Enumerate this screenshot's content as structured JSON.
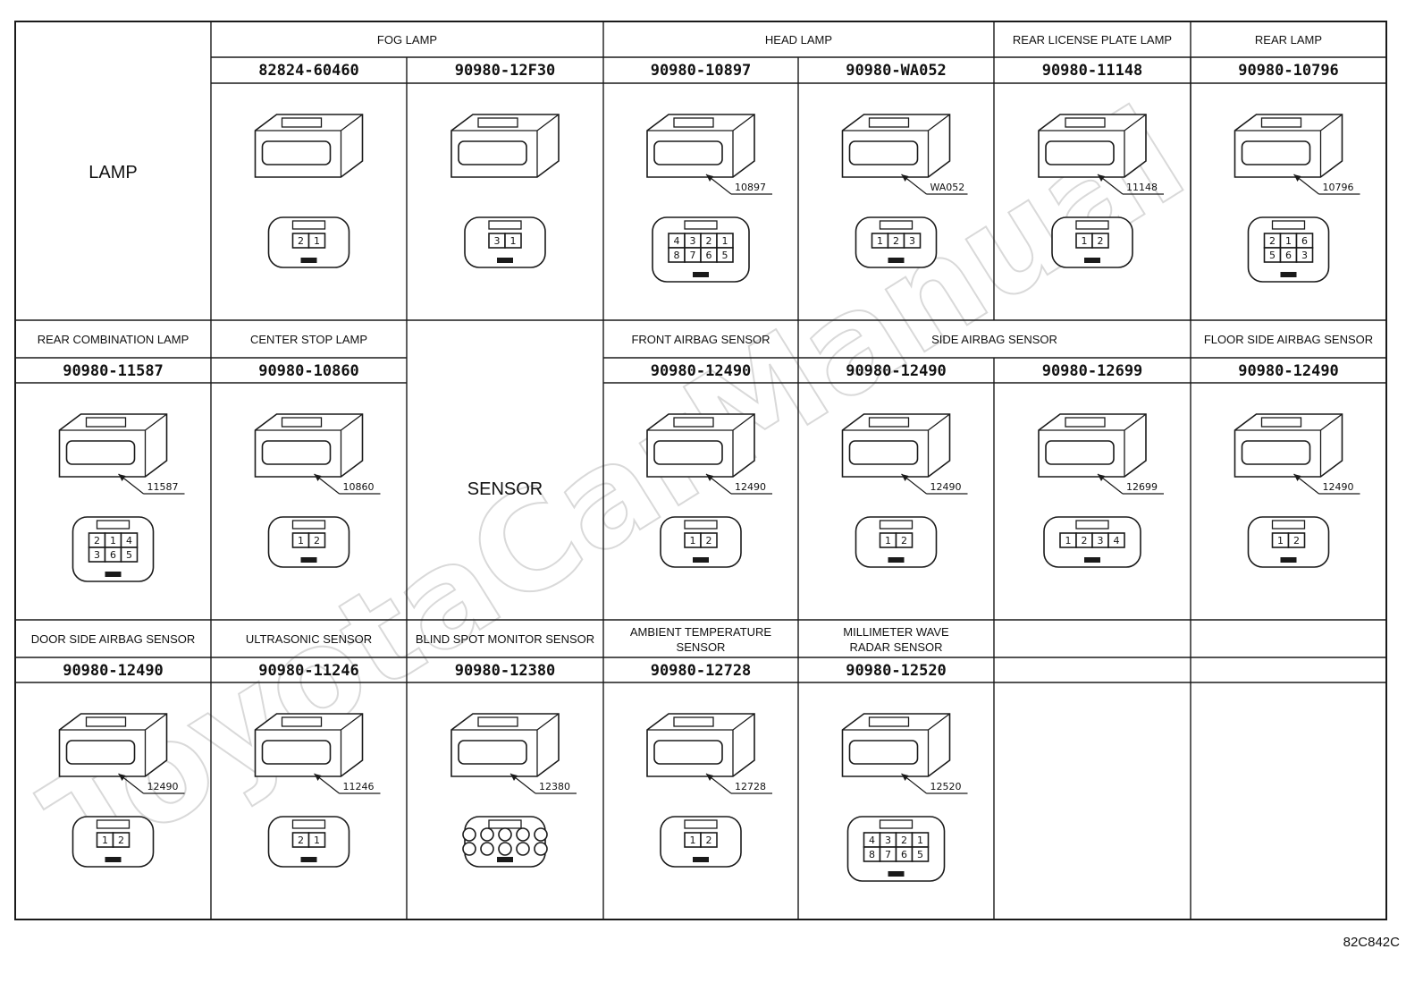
{
  "title_code": "82C842C",
  "watermark": "ToyotaCarManual",
  "categories": {
    "lamp": "LAMP",
    "sensor": "SENSOR"
  },
  "groups": [
    {
      "label": "FOG LAMP"
    },
    {
      "label": "HEAD LAMP"
    },
    {
      "label": "REAR LICENSE PLATE LAMP"
    },
    {
      "label": "REAR LAMP"
    },
    {
      "label": "REAR COMBINATION LAMP"
    },
    {
      "label": "CENTER STOP LAMP"
    },
    {
      "label": "FRONT AIRBAG SENSOR"
    },
    {
      "label": "SIDE AIRBAG SENSOR"
    },
    {
      "label": "FLOOR SIDE AIRBAG SENSOR"
    },
    {
      "label": "DOOR SIDE AIRBAG SENSOR"
    },
    {
      "label": "ULTRASONIC SENSOR"
    },
    {
      "label": "BLIND SPOT MONITOR SENSOR"
    },
    {
      "label_line1": "AMBIENT TEMPERATURE",
      "label_line2": "SENSOR"
    },
    {
      "label_line1": "MILLIMETER WAVE",
      "label_line2": "RADAR SENSOR"
    }
  ],
  "connectors": [
    {
      "part_number": "82824-60460",
      "callout": "",
      "pins": [
        "2",
        "1"
      ]
    },
    {
      "part_number": "90980-12F30",
      "callout": "",
      "pins": [
        "3",
        "1"
      ]
    },
    {
      "part_number": "90980-10897",
      "callout": "10897",
      "pins": [
        "4",
        "3",
        "2",
        "1",
        "8",
        "7",
        "6",
        "5"
      ]
    },
    {
      "part_number": "90980-WA052",
      "callout": "WA052",
      "pins": [
        "1",
        "2",
        "3"
      ]
    },
    {
      "part_number": "90980-11148",
      "callout": "11148",
      "pins": [
        "1",
        "2"
      ]
    },
    {
      "part_number": "90980-10796",
      "callout": "10796",
      "pins": [
        "2",
        "1",
        "6",
        "5",
        "6",
        "3"
      ]
    },
    {
      "part_number": "90980-11587",
      "callout": "11587",
      "pins": [
        "2",
        "1",
        "4",
        "3",
        "6",
        "5"
      ]
    },
    {
      "part_number": "90980-10860",
      "callout": "10860",
      "pins": [
        "1",
        "2"
      ]
    },
    {
      "part_number": "90980-12490",
      "callout": "12490",
      "pins": [
        "1",
        "2"
      ]
    },
    {
      "part_number": "90980-12490",
      "callout": "12490",
      "pins": [
        "1",
        "2"
      ]
    },
    {
      "part_number": "90980-12699",
      "callout": "12699",
      "pins": [
        "1",
        "2",
        "3",
        "4"
      ]
    },
    {
      "part_number": "90980-12490",
      "callout": "12490",
      "pins": [
        "1",
        "2"
      ]
    },
    {
      "part_number": "90980-12490",
      "callout": "12490",
      "pins": [
        "1",
        "2"
      ]
    },
    {
      "part_number": "90980-11246",
      "callout": "11246",
      "pins": [
        "2",
        "1"
      ]
    },
    {
      "part_number": "90980-12380",
      "callout": "12380",
      "pins": []
    },
    {
      "part_number": "90980-12728",
      "callout": "12728",
      "pins": [
        "1",
        "2"
      ]
    },
    {
      "part_number": "90980-12520",
      "callout": "12520",
      "pins": [
        "4",
        "3",
        "2",
        "1",
        "8",
        "7",
        "6",
        "5"
      ]
    }
  ]
}
